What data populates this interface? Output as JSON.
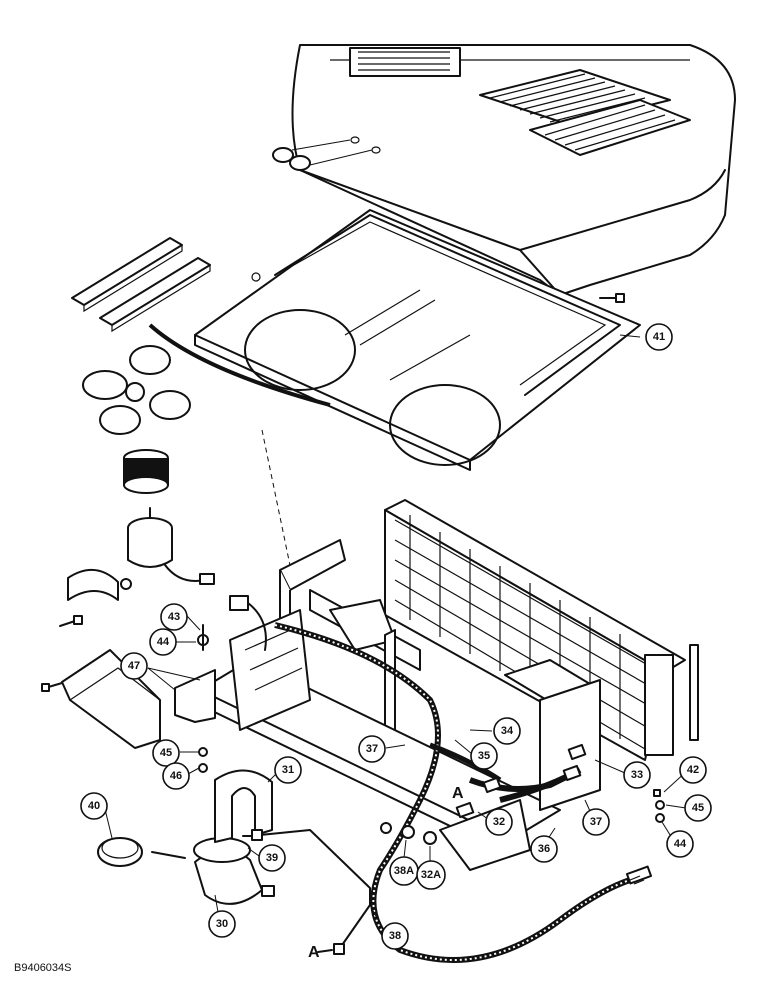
{
  "callouts": [
    {
      "id": "c41",
      "label": "41"
    },
    {
      "id": "c43",
      "label": "43"
    },
    {
      "id": "c44a",
      "label": "44"
    },
    {
      "id": "c47",
      "label": "47"
    },
    {
      "id": "c45a",
      "label": "45"
    },
    {
      "id": "c46",
      "label": "46"
    },
    {
      "id": "c37a",
      "label": "37"
    },
    {
      "id": "c35",
      "label": "35"
    },
    {
      "id": "c34",
      "label": "34"
    },
    {
      "id": "c33",
      "label": "33"
    },
    {
      "id": "c42",
      "label": "42"
    },
    {
      "id": "c45b",
      "label": "45"
    },
    {
      "id": "c44b",
      "label": "44"
    },
    {
      "id": "c31",
      "label": "31"
    },
    {
      "id": "c40",
      "label": "40"
    },
    {
      "id": "c39",
      "label": "39"
    },
    {
      "id": "c30",
      "label": "30"
    },
    {
      "id": "c38",
      "label": "38"
    },
    {
      "id": "c38a",
      "label": "38A"
    },
    {
      "id": "c32a",
      "label": "32A"
    },
    {
      "id": "c32",
      "label": "32"
    },
    {
      "id": "c36",
      "label": "36"
    },
    {
      "id": "c37b",
      "label": "37"
    }
  ],
  "section_marks": [
    {
      "id": "secA1",
      "label": "A"
    },
    {
      "id": "secA2",
      "label": "A"
    }
  ],
  "document_number": "B9406034S"
}
